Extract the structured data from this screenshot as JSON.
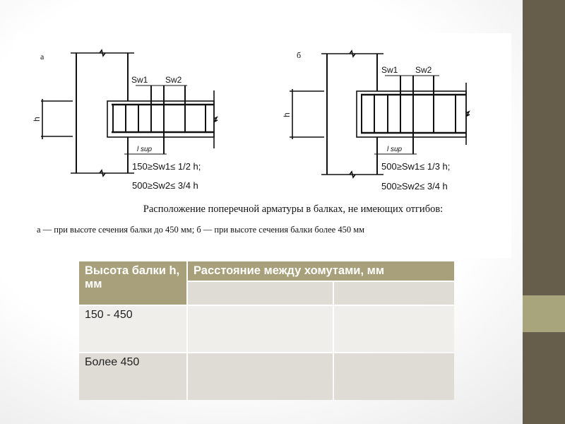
{
  "figure": {
    "panel_a": {
      "label": "а",
      "sw1": "Sw1",
      "sw2": "Sw2",
      "h": "h",
      "lsup": "l sup",
      "formula1": "150≥Sw1≤ 1/2 h;",
      "formula2": "500≥Sw2≤ 3/4 h"
    },
    "panel_b": {
      "label": "б",
      "sw1": "Sw1",
      "sw2": "Sw2",
      "h": "h",
      "lsup": "l sup",
      "formula1": "500≥Sw1≤ 1/3 h;",
      "formula2": "500≥Sw2≤ 3/4 h"
    },
    "caption_title": "Расположение поперечной арматуры в балках, не имеющих отгибов:",
    "caption_text": "а — при высоте сечения балки до 450 мм; б — при высоте сечения балки более 450 мм"
  },
  "table": {
    "header_col1": "Высота балки h, мм",
    "header_col2": "Расстояние между хомутами, мм",
    "rows": [
      {
        "height": "150 - 450",
        "c1": "",
        "c2": ""
      },
      {
        "height": "Более 450",
        "c1": "",
        "c2": ""
      }
    ]
  },
  "colors": {
    "sidebar": "#665e4a",
    "accent": "#a8a57c",
    "table_header": "#a8a07a"
  }
}
